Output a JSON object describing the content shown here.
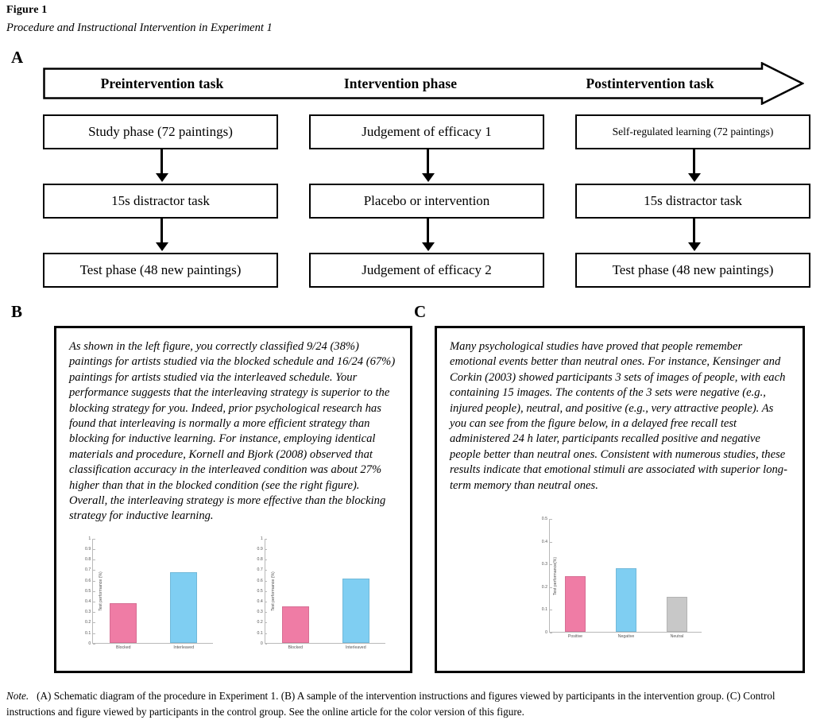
{
  "figure": {
    "number": "Figure 1",
    "title": "Procedure and Instructional Intervention in Experiment 1"
  },
  "panels": {
    "a_label": "A",
    "b_label": "B",
    "c_label": "C"
  },
  "banner": {
    "phases": [
      "Preintervention task",
      "Intervention phase",
      "Postintervention task"
    ]
  },
  "flow": {
    "columns": [
      {
        "name": "preintervention",
        "steps": [
          "Study phase (72 paintings)",
          "15s distractor task",
          "Test phase (48 new paintings)"
        ]
      },
      {
        "name": "intervention",
        "steps": [
          "Judgement of efficacy 1",
          "Placebo or intervention",
          "Judgement of efficacy 2"
        ]
      },
      {
        "name": "postintervention",
        "steps": [
          "Self-regulated learning (72 paintings)",
          "15s distractor task",
          "Test phase (48 new paintings)"
        ]
      }
    ]
  },
  "intervention_panel": {
    "text": "As shown in the left figure, you correctly classified 9/24 (38%) paintings for artists studied via the blocked schedule and 16/24 (67%) paintings for artists studied via the interleaved schedule. Your performance suggests that the interleaving strategy is superior to the blocking strategy for you. Indeed, prior psychological research has found that interleaving is normally a more efficient strategy than blocking for inductive learning. For instance, employing identical materials and procedure, Kornell and Bjork (2008) observed that classification accuracy in the interleaved condition was about 27% higher than that in the blocked condition (see the right figure). Overall, the interleaving strategy is more effective than the blocking strategy for inductive learning."
  },
  "control_panel": {
    "text": "Many psychological studies have proved that people remember emotional events better than neutral ones. For instance, Kensinger and Corkin (2003) showed participants 3 sets of images of people, with each containing 15 images. The contents of the 3 sets were negative (e.g., injured people), neutral, and positive (e.g., very attractive people). As you can see from the figure below, in a delayed free recall test administered 24 h later, participants recalled positive and negative people better than neutral ones. Consistent with numerous studies, these results indicate that emotional stimuli are associated with superior long-term memory than neutral ones."
  },
  "note": {
    "label": "Note.",
    "text": "(A) Schematic diagram of the procedure in Experiment 1. (B) A sample of the intervention instructions and figures viewed by participants in the intervention group. (C) Control instructions and figure viewed by participants in the control group. See the online article for the color version of this figure."
  },
  "colors": {
    "pink": "#ef7ca5",
    "blue": "#7fcef2",
    "gray": "#c8c8c8",
    "axis": "#b9b9b9",
    "tick_text": "#555555"
  },
  "chart_data": [
    {
      "id": "b-left",
      "type": "bar",
      "title": "",
      "xlabel": "",
      "ylabel": "Test performance (%)",
      "categories": [
        "Blocked",
        "Interleaved"
      ],
      "values": [
        0.38,
        0.67
      ],
      "colors": [
        "#ef7ca5",
        "#7fcef2"
      ],
      "ylim": [
        0,
        1
      ],
      "yticks": [
        0,
        0.1,
        0.2,
        0.3,
        0.4,
        0.5,
        0.6,
        0.7,
        0.8,
        0.9,
        1
      ],
      "ytick_labels": [
        "0",
        "0.1",
        "0.2",
        "0.3",
        "0.4",
        "0.5",
        "0.6",
        "0.7",
        "0.8",
        "0.9",
        "1"
      ],
      "grid": false,
      "legend": "none"
    },
    {
      "id": "b-right",
      "type": "bar",
      "title": "",
      "xlabel": "",
      "ylabel": "Test performance (%)",
      "categories": [
        "Blocked",
        "Interleaved"
      ],
      "values": [
        0.35,
        0.61
      ],
      "colors": [
        "#ef7ca5",
        "#7fcef2"
      ],
      "ylim": [
        0,
        1
      ],
      "yticks": [
        0,
        0.1,
        0.2,
        0.3,
        0.4,
        0.5,
        0.6,
        0.7,
        0.8,
        0.9,
        1
      ],
      "ytick_labels": [
        "0",
        "0.1",
        "0.2",
        "0.3",
        "0.4",
        "0.5",
        "0.6",
        "0.7",
        "0.8",
        "0.9",
        "1"
      ],
      "grid": false,
      "legend": "none"
    },
    {
      "id": "c-main",
      "type": "bar",
      "title": "",
      "xlabel": "",
      "ylabel": "Test performance(%)",
      "categories": [
        "Positive",
        "Negative",
        "Neutral"
      ],
      "values": [
        0.245,
        0.28,
        0.155
      ],
      "colors": [
        "#ef7ca5",
        "#7fcef2",
        "#c8c8c8"
      ],
      "ylim": [
        0,
        0.5
      ],
      "yticks": [
        0,
        0.1,
        0.2,
        0.3,
        0.4,
        0.5
      ],
      "ytick_labels": [
        "0",
        "0.1",
        "0.2",
        "0.3",
        "0.4",
        "0.5"
      ],
      "grid": false,
      "legend": "none"
    }
  ]
}
